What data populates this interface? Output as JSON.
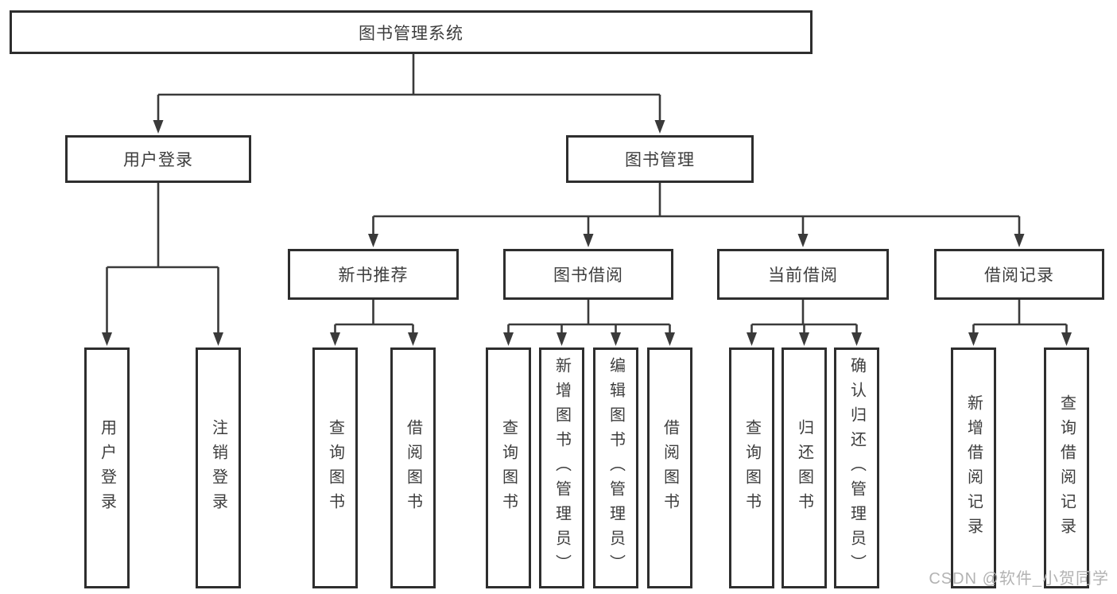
{
  "tree": {
    "root": {
      "label": "图书管理系统"
    },
    "branches": [
      {
        "label": "用户登录",
        "children": [
          "用户登录",
          "注销登录"
        ]
      },
      {
        "label": "图书管理",
        "children": [
          {
            "label": "新书推荐",
            "children": [
              "查询图书",
              "借阅图书"
            ]
          },
          {
            "label": "图书借阅",
            "children": [
              "查询图书",
              "新增图书（管理员）",
              "编辑图书（管理员）",
              "借阅图书"
            ]
          },
          {
            "label": "当前借阅",
            "children": [
              "查询图书",
              "归还图书",
              "确认归还（管理员）"
            ]
          },
          {
            "label": "借阅记录",
            "children": [
              "新增借阅记录",
              "查询借阅记录"
            ]
          }
        ]
      }
    ]
  },
  "watermark": "CSDN @软件_小贺同学",
  "colors": {
    "line": "#3a3a3a",
    "border": "#2e2e2e",
    "text": "#3d3d3d",
    "watermark": "#b3b3b3",
    "background": "#ffffff"
  }
}
